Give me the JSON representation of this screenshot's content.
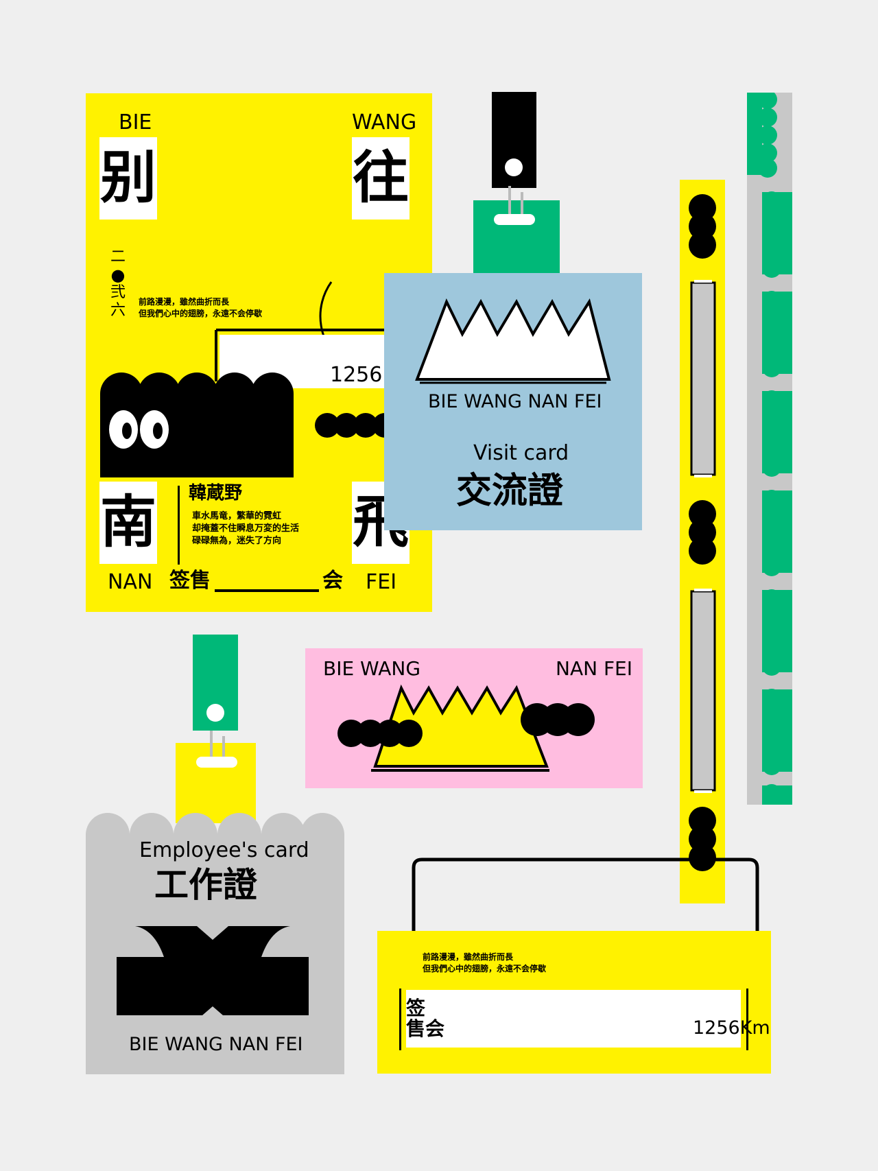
{
  "poster": {
    "top_left": "BIE",
    "top_right": "WANG",
    "char1": "别",
    "char2": "往",
    "char3": "南",
    "char4": "飛",
    "year": [
      "二",
      "●",
      "弐",
      "六"
    ],
    "verse": [
      "前路漫漫，雖然曲折而長",
      "但我們心中的翅膀，永遠不会停歇"
    ],
    "distance": "1256Km",
    "author": "韓蔵野",
    "poem": [
      "車水馬竜，繁華的霓虹",
      "却掩蓋不住瞬息万変的生活",
      "碌碌無為，迷失了方向"
    ],
    "bottom_left": "NAN",
    "sign_label": "签售",
    "sign_suffix": "会",
    "bottom_right": "FEI"
  },
  "visit_card": {
    "brand": "BIE WANG NAN FEI",
    "subtitle": "Visit card",
    "title": "交流證"
  },
  "pink_ticket": {
    "left": "BIE WANG",
    "right": "NAN FEI"
  },
  "employee_card": {
    "subtitle": "Employee's card",
    "title": "工作證",
    "brand": "BIE WANG NAN FEI"
  },
  "bottom_ticket": {
    "verse": [
      "前路漫漫，雖然曲折而長",
      "但我們心中的翅膀，永遠不会停歇"
    ],
    "label_top": "签",
    "label_bottom": "售会",
    "distance": "1256Km"
  },
  "colors": {
    "yellow": "#fff200",
    "green": "#00b878",
    "blue": "#9ec7dc",
    "pink": "#ffbde0",
    "grey": "#c8c8c8",
    "background": "#efefef"
  }
}
